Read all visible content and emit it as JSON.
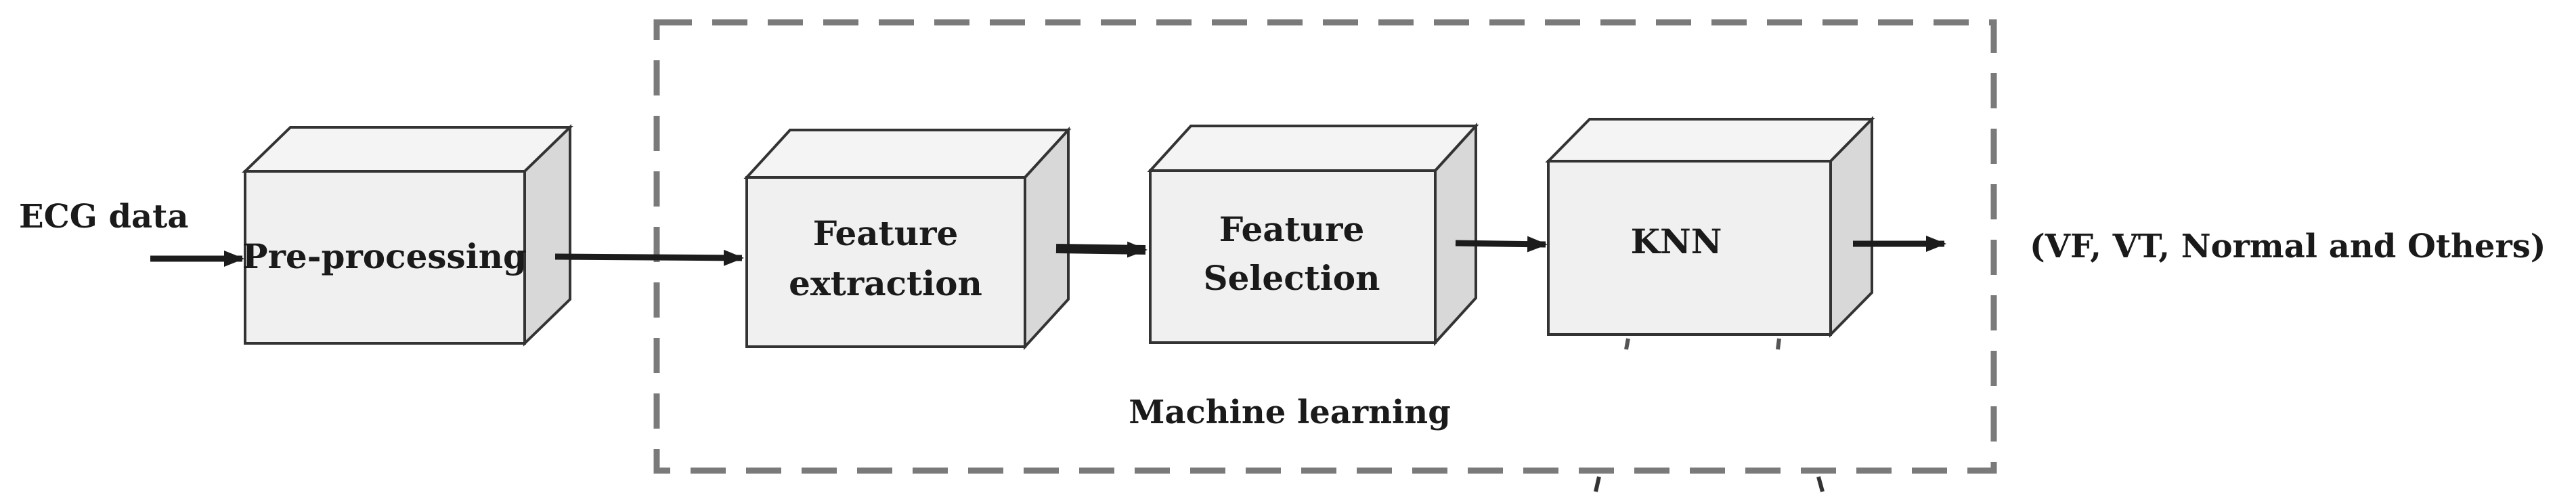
{
  "diagram": {
    "input_label": "ECG data",
    "blocks": {
      "preprocessing": "Pre-processing",
      "feature_extraction": [
        "Feature",
        "extraction"
      ],
      "feature_selection": [
        "Feature",
        "Selection"
      ],
      "knn": "KNN"
    },
    "group_label": "Machine learning",
    "output_label": "(VF, VT, Normal and Others)"
  },
  "colors": {
    "front_face": "#f0f0f0",
    "top_face": "#f4f4f4",
    "side_face": "#d8d8d8",
    "edge": "#333333",
    "arrow": "#1c1c1c",
    "dashed_border": "#7a7a7a"
  }
}
